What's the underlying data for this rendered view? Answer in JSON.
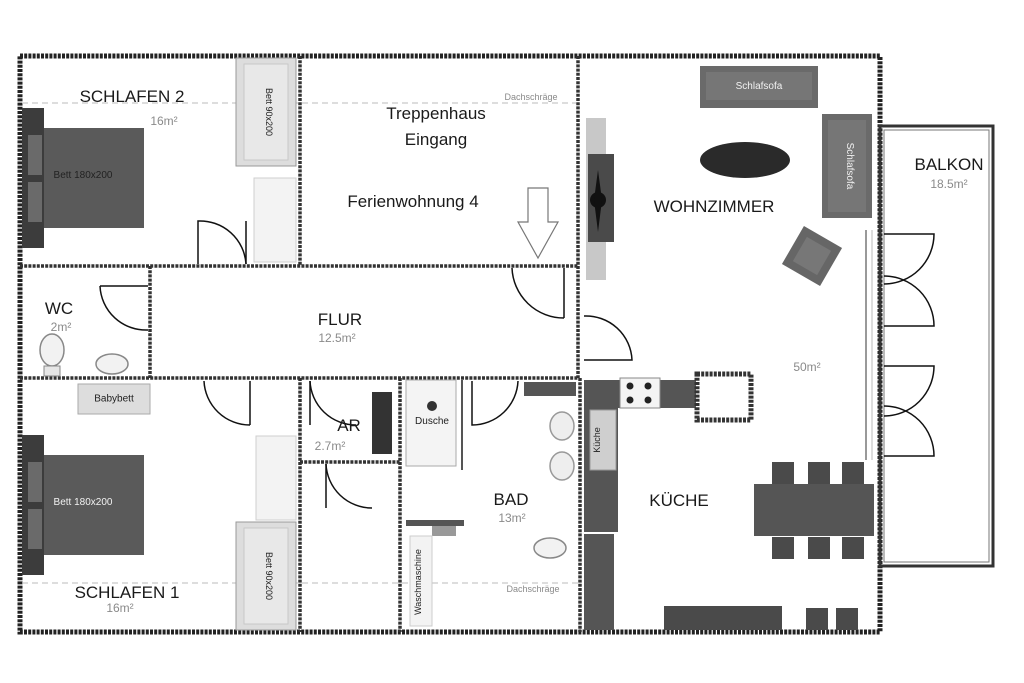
{
  "rooms": {
    "schlafen2": {
      "name": "SCHLAFEN 2",
      "area": "16m²"
    },
    "treppenhaus": {
      "line1": "Treppenhaus",
      "line2": "Eingang",
      "apartment": "Ferienwohnung 4"
    },
    "wohnzimmer": {
      "name": "WOHNZIMMER",
      "area": "50m²"
    },
    "balkon": {
      "name": "BALKON",
      "area": "18.5m²"
    },
    "wc": {
      "name": "WC",
      "area": "2m²"
    },
    "flur": {
      "name": "FLUR",
      "area": "12.5m²"
    },
    "ar": {
      "name": "AR",
      "area": "2.7m²"
    },
    "bad": {
      "name": "BAD",
      "area": "13m²"
    },
    "kueche": {
      "name": "KÜCHE"
    },
    "schlafen1": {
      "name": "SCHLAFEN 1",
      "area": "16m²"
    }
  },
  "annotations": {
    "dachschraege_top": "Dachschräge",
    "dachschraege_bottom": "Dachschräge"
  },
  "furniture": {
    "bed_double_top": "Bett 180x200",
    "bed_single_top": "Bett 90x200",
    "bed_double_bottom": "Bett 180x200",
    "bed_single_bottom": "Bett 90x200",
    "sofa_top": "Schlafsofa",
    "sofa_side": "Schlafsofa",
    "babybett": "Babybett",
    "dusche": "Dusche",
    "waschmaschine": "Waschmaschine",
    "kueche_unit": "Küche"
  }
}
